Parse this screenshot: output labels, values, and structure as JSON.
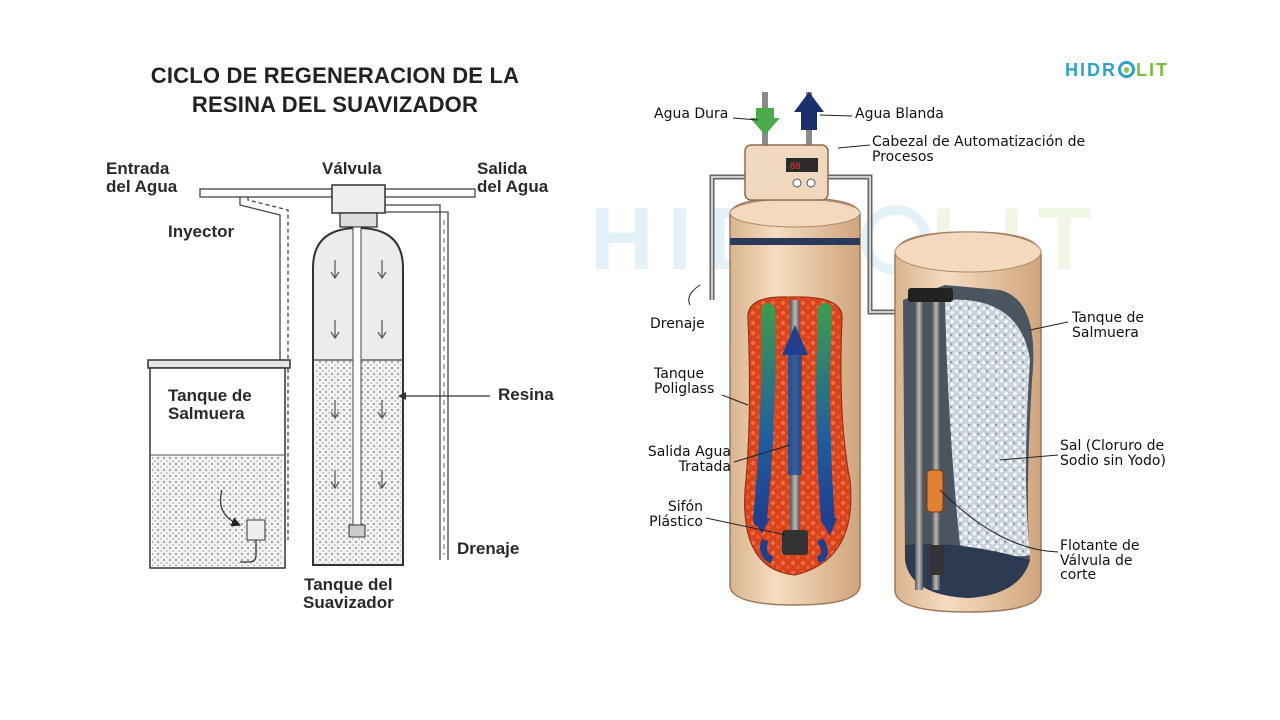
{
  "left_diagram": {
    "title_line1": "CICLO DE REGENERACION DE LA",
    "title_line2": "RESINA DEL SUAVIZADOR",
    "labels": {
      "entrada_1": "Entrada",
      "entrada_2": "del Agua",
      "valvula": "Válvula",
      "salida_1": "Salida",
      "salida_2": "del Agua",
      "inyector": "Inyector",
      "tanque_salmuera_1": "Tanque de",
      "tanque_salmuera_2": "Salmuera",
      "resina": "Resina",
      "drenaje": "Drenaje",
      "tanque_suav_1": "Tanque del",
      "tanque_suav_2": "Suavizador"
    }
  },
  "right_diagram": {
    "logo_main": "HIDR",
    "logo_end": "LIT",
    "watermark_main": "HIDR",
    "watermark_end": "LIT",
    "labels": {
      "agua_dura": "Agua Dura",
      "agua_blanda": "Agua Blanda",
      "cabezal_1": "Cabezal de Automatización de",
      "cabezal_2": "Procesos",
      "drenaje": "Drenaje",
      "tanque_poliglass_1": "Tanque",
      "tanque_poliglass_2": "Poliglass",
      "salida_agua_1": "Salida Agua",
      "salida_agua_2": "Tratada",
      "sifon_1": "Sifón",
      "sifon_2": "Plástico",
      "tanque_salmuera_1": "Tanque de",
      "tanque_salmuera_2": "Salmuera",
      "sal_1": "Sal (Cloruro de",
      "sal_2": "Sodio sin Yodo)",
      "flotante_1": "Flotante de",
      "flotante_2": "Válvula de",
      "flotante_3": "corte"
    }
  },
  "colors": {
    "tank_beige": "#efcfae",
    "resin_red": "#d8431e",
    "flow_blue": "#1f3f8f",
    "flow_green": "#3a8f4a",
    "arrow_green": "#4caa4a",
    "arrow_navy": "#1c2f6e",
    "logo_blue": "#2aa5c9",
    "logo_green": "#7bbf3a"
  }
}
